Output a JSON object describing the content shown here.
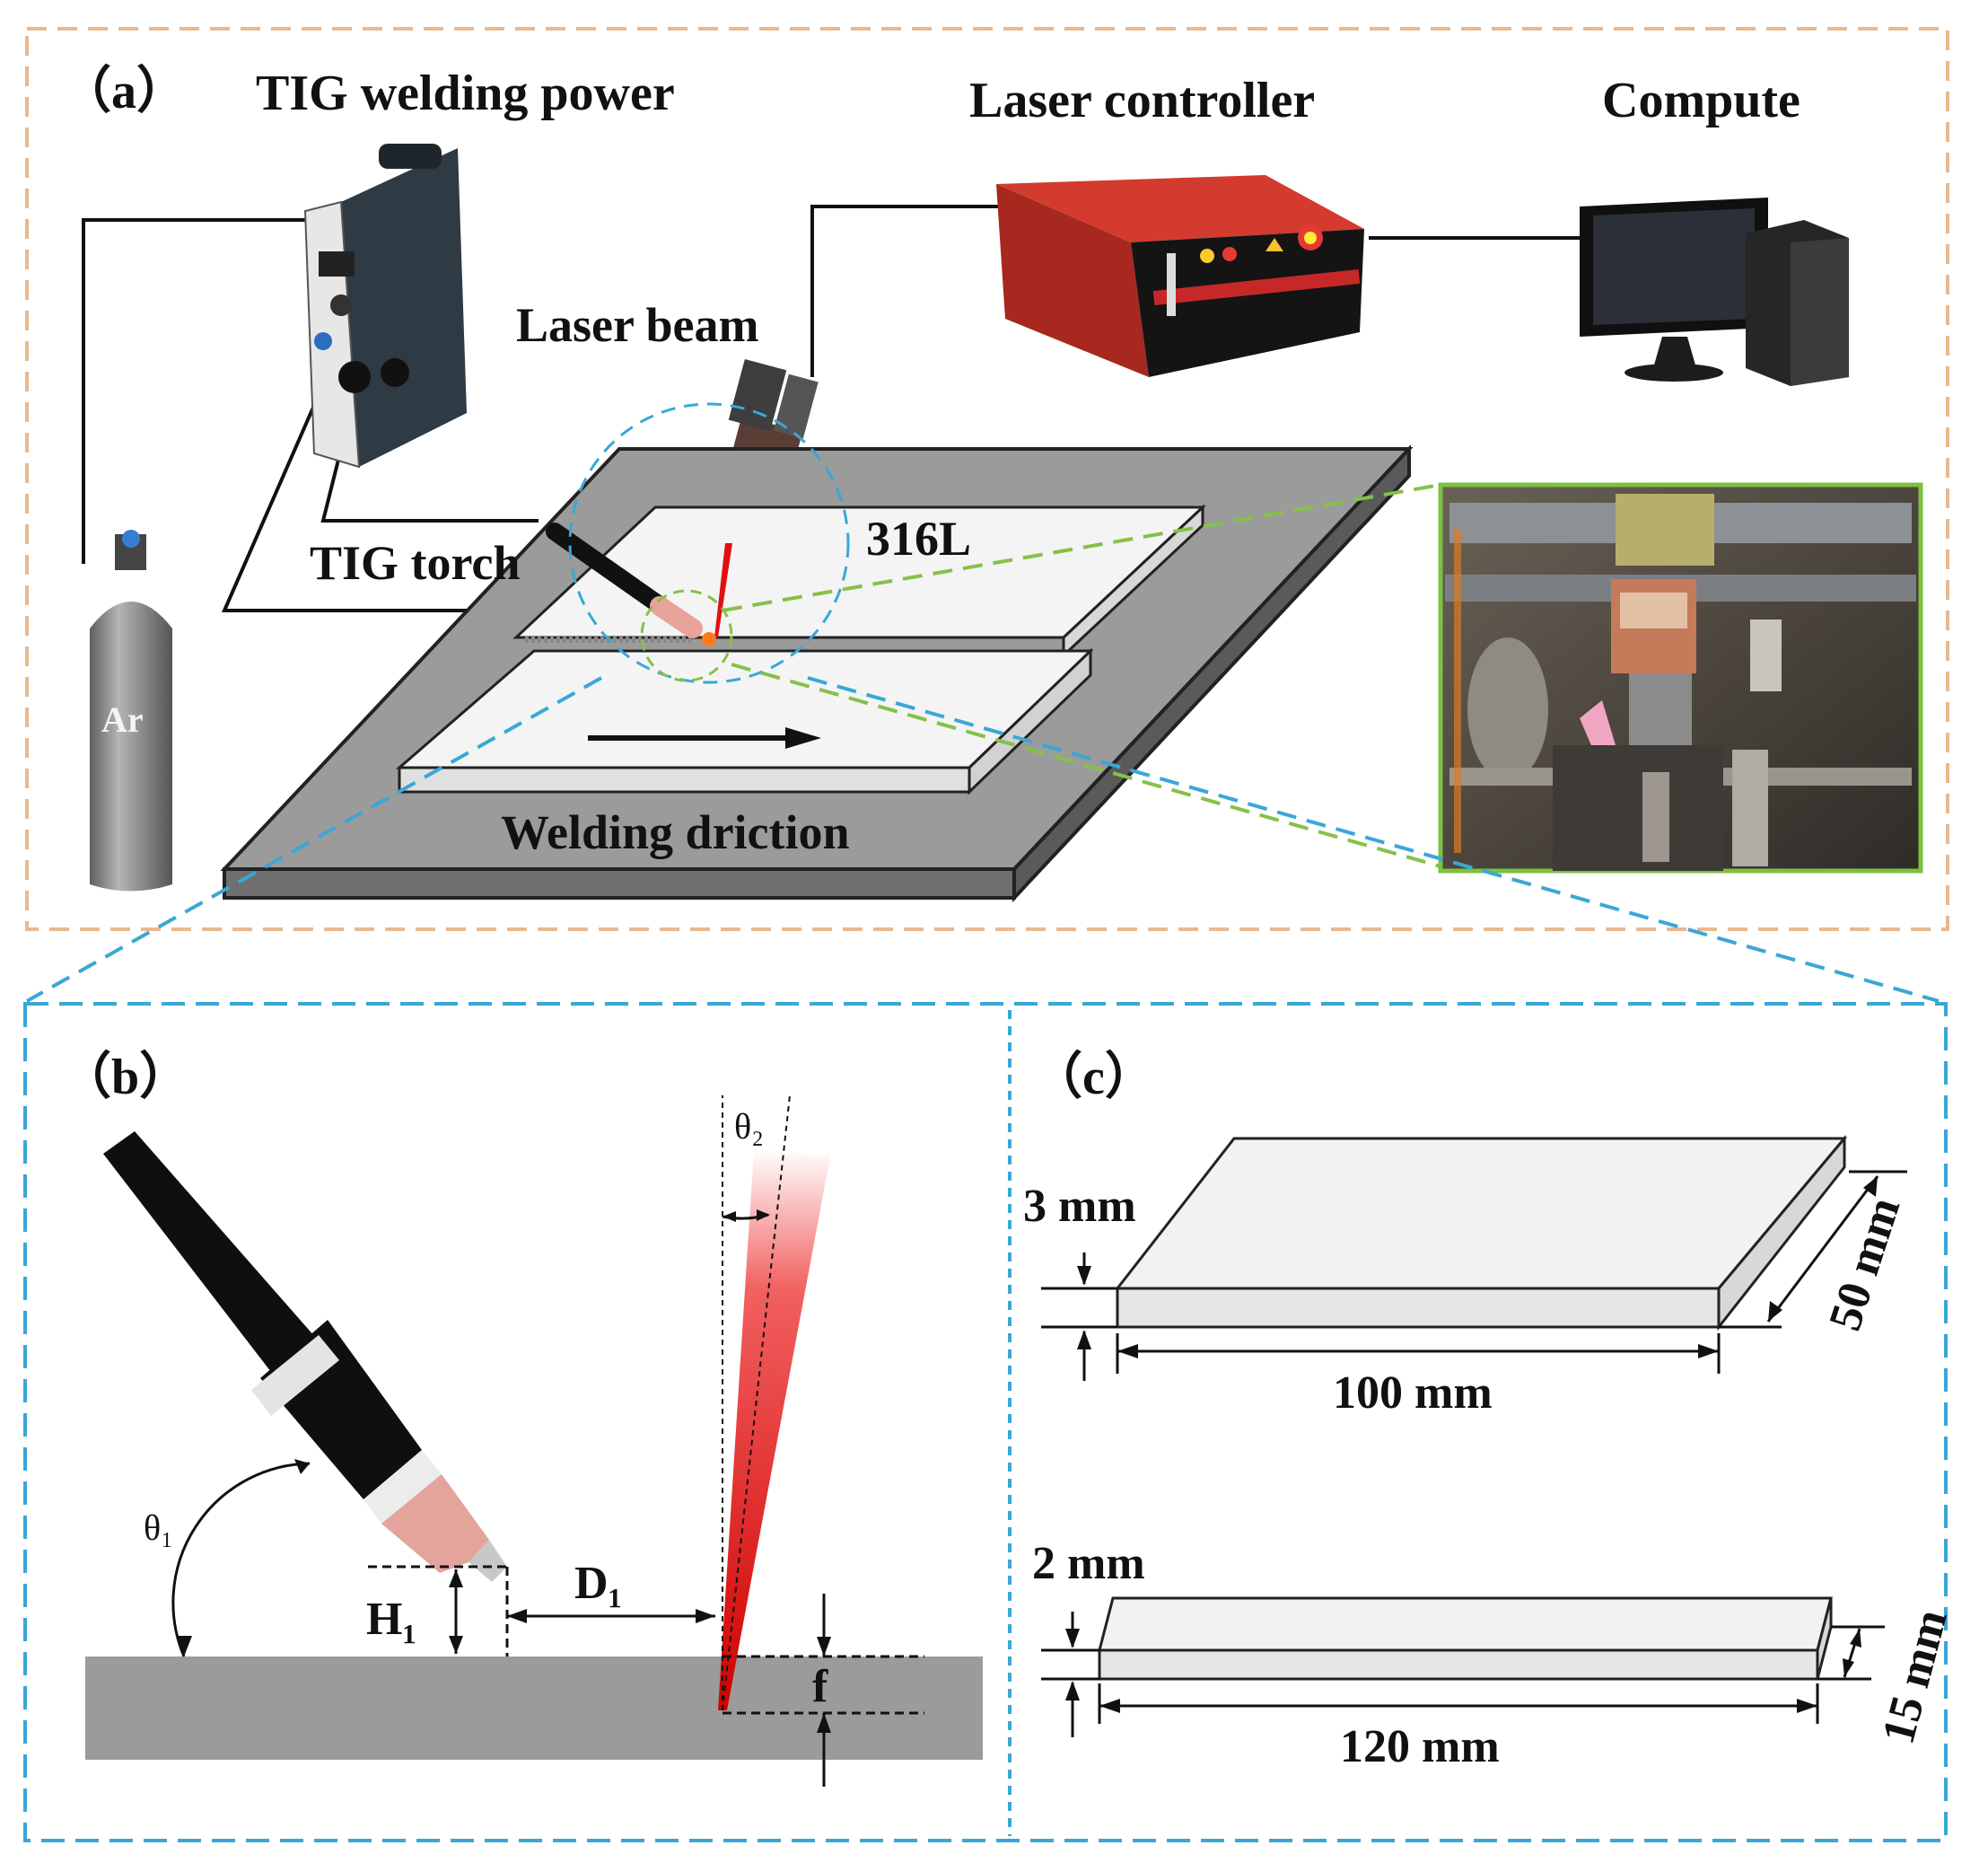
{
  "panel_a": {
    "label": "（a）",
    "tig_power": "TIG welding power",
    "laser_controller": "Laser controller",
    "computer": "Compute",
    "laser_beam": "Laser beam",
    "tig_torch": "TIG torch",
    "material": "316L",
    "gas": "Ar",
    "direction": "Welding driction"
  },
  "panel_b": {
    "label": "（b）",
    "theta1": "θ₁",
    "theta2": "θ₂",
    "H1": "H₁",
    "D1": "D₁",
    "f": "f"
  },
  "panel_c": {
    "label": "（c）",
    "plate1_thickness": "3 mm",
    "plate1_width": "50 mm",
    "plate1_length": "100 mm",
    "plate2_thickness": "2 mm",
    "plate2_width": "15 mm",
    "plate2_length": "120 mm"
  },
  "colors": {
    "panel_a_border": "#e8b98f",
    "panel_bc_border": "#3aa7d6",
    "green_dash": "#86c04a",
    "laser_red": "#e01010",
    "base_gray": "#9b9b9b"
  }
}
